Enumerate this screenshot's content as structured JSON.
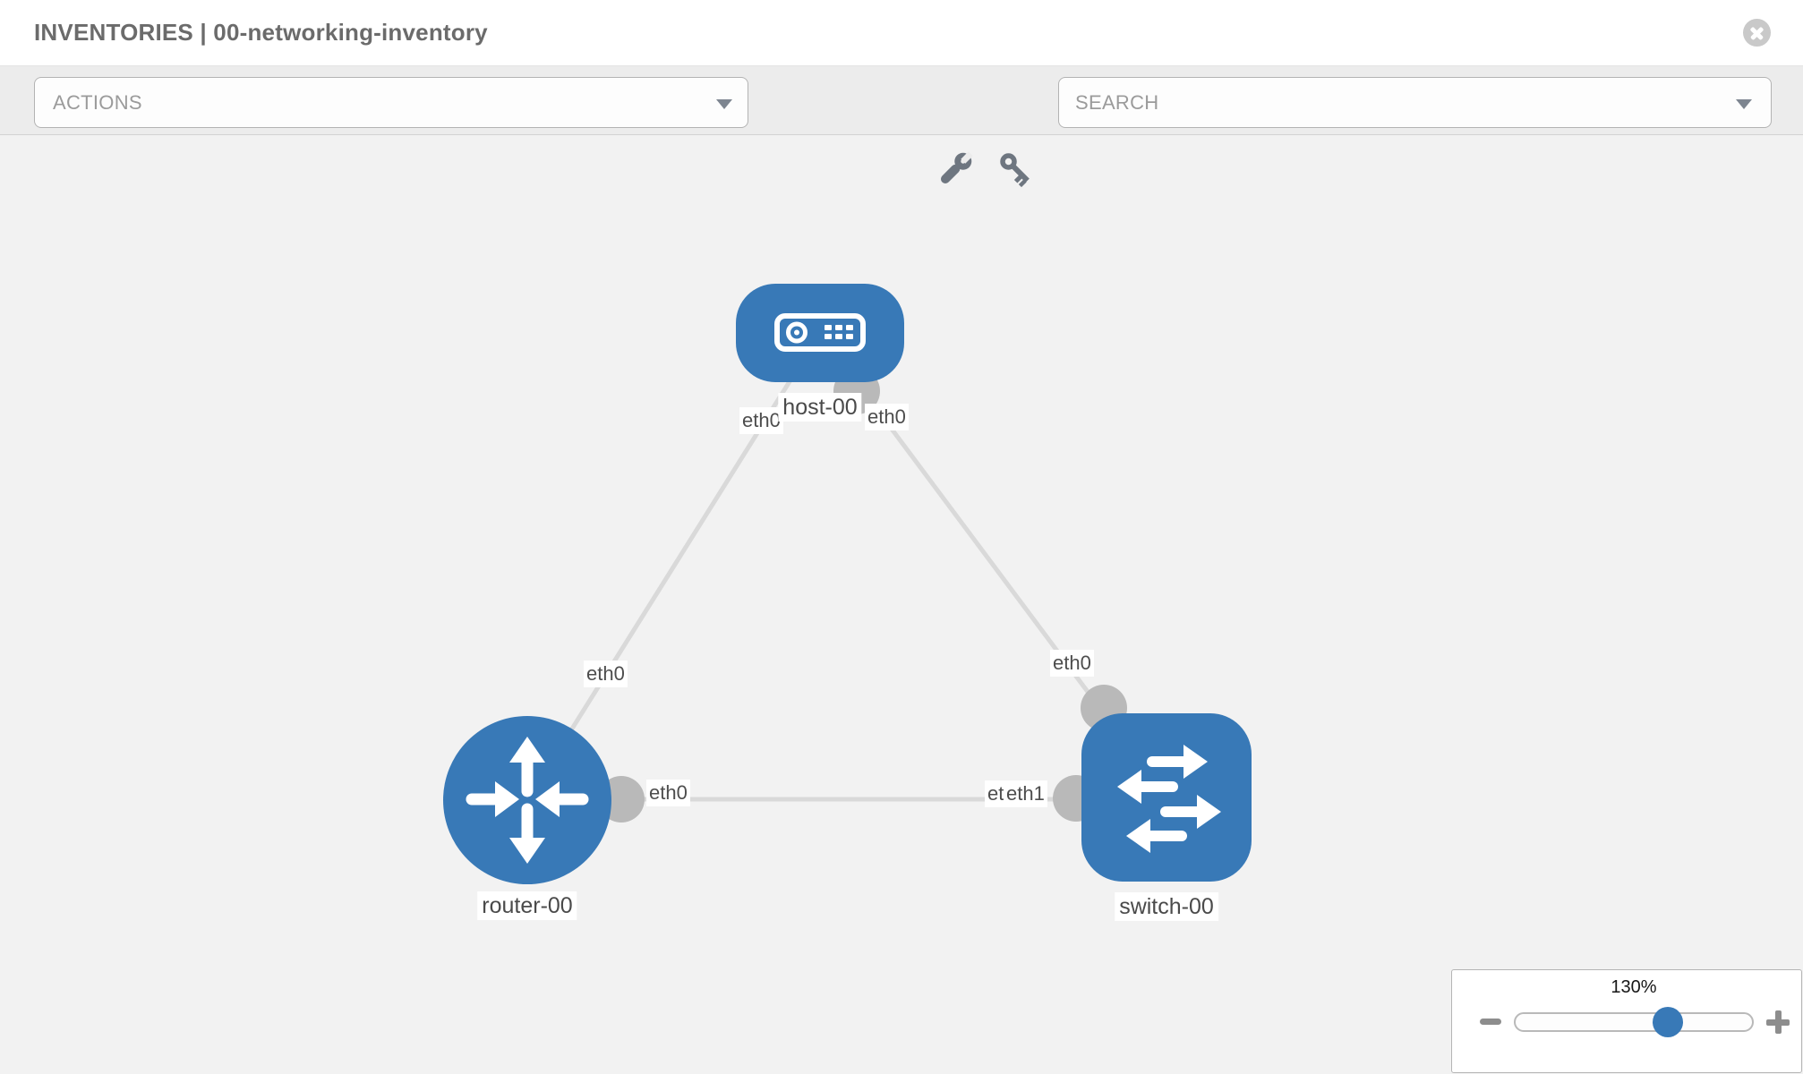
{
  "header": {
    "title": "INVENTORIES | 00-networking-inventory"
  },
  "toolbar": {
    "actions_dropdown": {
      "label": "ACTIONS"
    },
    "search_dropdown": {
      "label": "SEARCH"
    },
    "tools": [
      {
        "icon": "wrench"
      },
      {
        "icon": "key"
      }
    ]
  },
  "topology": {
    "nodes": [
      {
        "label": "host-00",
        "type": "host"
      },
      {
        "label": "router-00",
        "type": "router"
      },
      {
        "label": "switch-00",
        "type": "switch"
      }
    ],
    "links": [
      {
        "from": "host-00",
        "to": "router-00"
      },
      {
        "from": "host-00",
        "to": "switch-00"
      },
      {
        "from": "router-00",
        "to": "switch-00"
      }
    ],
    "interface_labels": [
      {
        "text": "eth0",
        "location": "host-left"
      },
      {
        "text": "eth0",
        "location": "host-right"
      },
      {
        "text": "eth0",
        "location": "host-router-link"
      },
      {
        "text": "eth0",
        "location": "host-switch-link-near-switch"
      },
      {
        "text": "eth0",
        "location": "router-switch-link-router-end"
      },
      {
        "text": "eth0",
        "location": "router-switch-link-switch-end-back"
      },
      {
        "text": "eth1",
        "location": "router-switch-link-switch-end-front"
      }
    ]
  },
  "zoom_control": {
    "level": "130%"
  },
  "colors": {
    "node_blue": "#3879b7",
    "link_gray": "#d9d9d9",
    "connector_gray": "#b9b9b9",
    "canvas_bg": "#f2f2f2"
  }
}
